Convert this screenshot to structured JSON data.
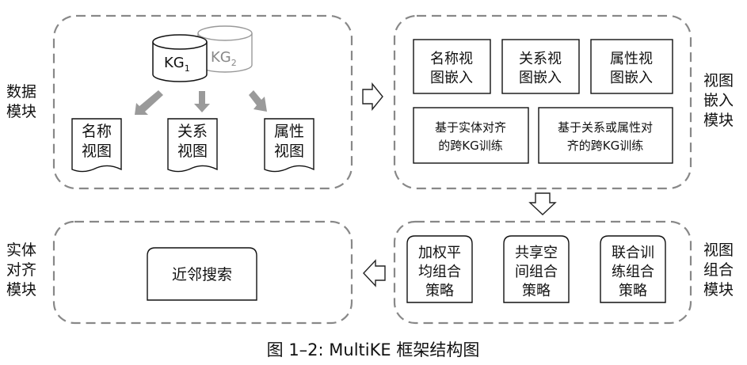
{
  "labels": {
    "data_module": [
      "数据",
      "模块"
    ],
    "view_embed_module": [
      "视图",
      "嵌入",
      "模块"
    ],
    "view_combine_module": [
      "视图",
      "组合",
      "模块"
    ],
    "entity_align_module": [
      "实体",
      "对齐",
      "模块"
    ]
  },
  "kg1": {
    "base": "KG",
    "sub": "1"
  },
  "kg2": {
    "base": "KG",
    "sub": "2"
  },
  "data_views": [
    [
      "名称",
      "视图"
    ],
    [
      "关系",
      "视图"
    ],
    [
      "属性",
      "视图"
    ]
  ],
  "embedding_views": [
    [
      "名称视",
      "图嵌入"
    ],
    [
      "关系视",
      "图嵌入"
    ],
    [
      "属性视",
      "图嵌入"
    ]
  ],
  "training": [
    [
      "基于实体对齐",
      "的跨KG训练"
    ],
    [
      "基于关系或属性对",
      "齐的跨KG训练"
    ]
  ],
  "combination_strategies": [
    [
      "加权平",
      "均组合",
      "策略"
    ],
    [
      "共享空",
      "间组合",
      "策略"
    ],
    [
      "联合训",
      "练组合",
      "策略"
    ]
  ],
  "search": "近邻搜索",
  "caption": "图 1–2: MultiKE 框架结构图",
  "colors": {
    "dash": "#888888",
    "arrow_gray": "#9a9a9a",
    "text": "#111111"
  }
}
